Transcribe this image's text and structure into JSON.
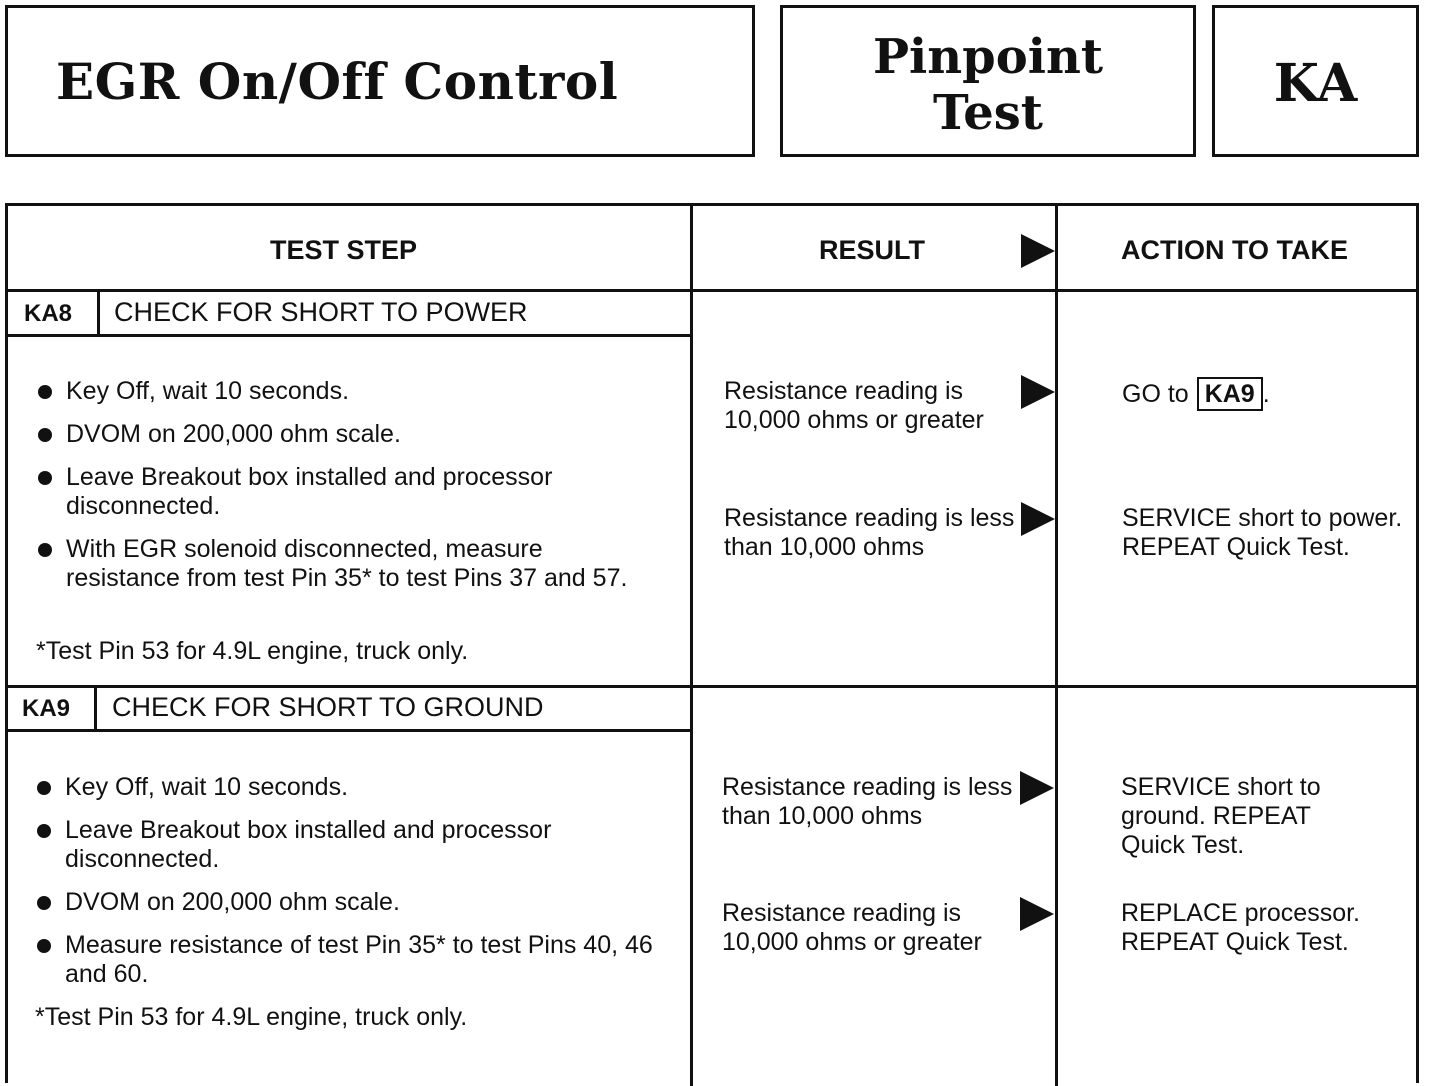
{
  "header": {
    "title": "EGR On/Off Control",
    "test_type_line1": "Pinpoint",
    "test_type_line2": "Test",
    "code": "KA"
  },
  "table": {
    "col_test_step": "TEST STEP",
    "col_result": "RESULT",
    "col_action": "ACTION TO TAKE"
  },
  "steps": [
    {
      "code": "KA8",
      "name": "CHECK FOR SHORT TO POWER",
      "bullets": [
        "Key Off, wait 10 seconds.",
        "DVOM on 200,000 ohm scale.",
        "Leave Breakout box installed and processor disconnected.",
        "With EGR solenoid disconnected, measure resistance from test Pin 35* to test Pins 37 and 57."
      ],
      "note": "*Test Pin 53 for 4.9L engine, truck only.",
      "results": [
        {
          "result": "Resistance reading is 10,000 ohms or greater",
          "action_prefix": "GO to",
          "action_ref": "KA9",
          "action_suffix": "."
        },
        {
          "result": "Resistance reading is less than 10,000 ohms",
          "action": "SERVICE short to power. REPEAT Quick Test."
        }
      ]
    },
    {
      "code": "KA9",
      "name": "CHECK FOR SHORT TO GROUND",
      "bullets": [
        "Key Off, wait 10 seconds.",
        "Leave Breakout box installed and processor disconnected.",
        "DVOM on 200,000 ohm scale.",
        "Measure resistance of test Pin 35* to test Pins 40, 46 and 60."
      ],
      "note": "*Test Pin 53 for 4.9L engine, truck only.",
      "results": [
        {
          "result": "Resistance reading is less than 10,000 ohms",
          "action": "SERVICE short to ground. REPEAT Quick Test."
        },
        {
          "result": "Resistance reading is 10,000 ohms or greater",
          "action": "REPLACE processor. REPEAT Quick Test."
        }
      ]
    }
  ]
}
